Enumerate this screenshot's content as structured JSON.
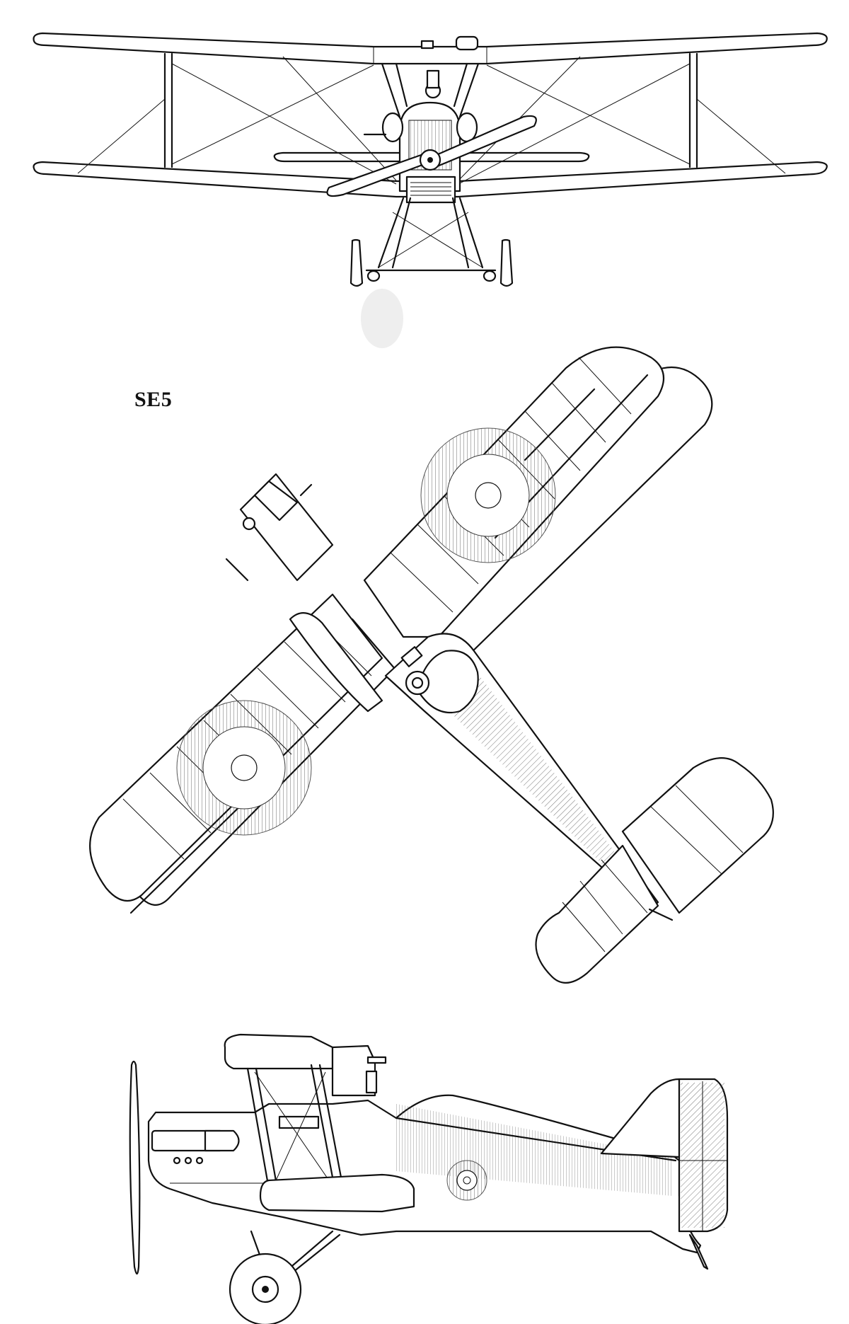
{
  "title": "SE5",
  "views": [
    "front-view",
    "plan-view",
    "side-view"
  ],
  "colors": {
    "ink": "#111111",
    "paper": "#ffffff"
  }
}
